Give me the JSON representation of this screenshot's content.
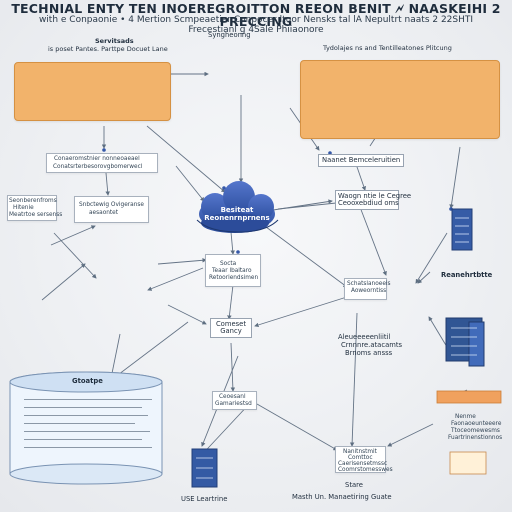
{
  "header": {
    "title": "TECHNIAL ENTY TEN INOEREGROITTON REEON BENIT 🗲 NAASKEIHI 2 PRECCING",
    "subtitle": "with e Conpaonie • 4 Mertion Scmpeaetier Conpocer ltuor Nensks tal lA Nepultrt naats 2 22SHTI Frecestianl g 4Sale Phiiaonore"
  },
  "labels": {
    "synchrony": "Syngheonng",
    "left_panel_title": "Servitsads",
    "left_panel_sub": "is poset Pantes. Parttpe Docuet Lane",
    "right_panel_title": "Tydolajes ns and Tentilleatones Plitcung",
    "top_left_card_1": "Conaeromstnier nonneoaeael",
    "top_left_card_2": "Conatsrterbesorovgbomerwecl",
    "left_card_1_1": "Seonberenfroms",
    "left_card_1_2": "Hitenie",
    "left_card_1_3": "Meatrtoe sersenss",
    "mid_left_card_1": "Snbctewig Ovigeranse",
    "mid_left_card_2": "aesaontet",
    "cloud_1": "Besiteat",
    "cloud_2": "Reonenrnprnens",
    "center_card_1": "Socta",
    "center_card_2": "Teaar lbaltaro",
    "center_card_3": "Retooriendsimen",
    "right_label_1": "Naanet Bemceleruitien",
    "right_label_2": "Waogn ntie le Cegree",
    "right_label_3": "Ceooxebdiud oms",
    "right_label_4": "Reanehrtbtte",
    "center_label_1": "Comeset",
    "center_label_2": "Gancy",
    "mid_right_label_1": "Schatslanoeeis",
    "mid_right_label_2": "Aoweorntiss",
    "mid_right_label_3": "Aleueeeeenliitil",
    "mid_right_label_4": "Crnnnre.atacamts",
    "mid_right_label_5": "Brnoms ansss",
    "storage_label": "Gtoatpe",
    "bottom_center_card_1": "Ceoesanl",
    "bottom_center_card_2": "Gamariestsd",
    "bottom_right_card_1": "Nanitnstmit",
    "bottom_right_card_2": "Comttoc",
    "bottom_right_card_3": "Caerisensetmssc",
    "bottom_right_card_4": "Coomrstomesswes",
    "bottom_left_label": "USE Leartrine",
    "bottom_center_label_1": "Stare",
    "bottom_center_label_2": "Masth Un. Manaetiring Guate",
    "right_small_1": "Nenme",
    "right_small_2": "Faonaoeunteeere",
    "right_small_3": "Ttoceomewesms",
    "right_small_4": "Fuartrinenstionnos"
  },
  "colors": {
    "orange": "#f2b36b",
    "blue": "#3558a8",
    "cloud": "#3d61b5",
    "line": "#56667a",
    "card_border": "#a8b1bd"
  }
}
